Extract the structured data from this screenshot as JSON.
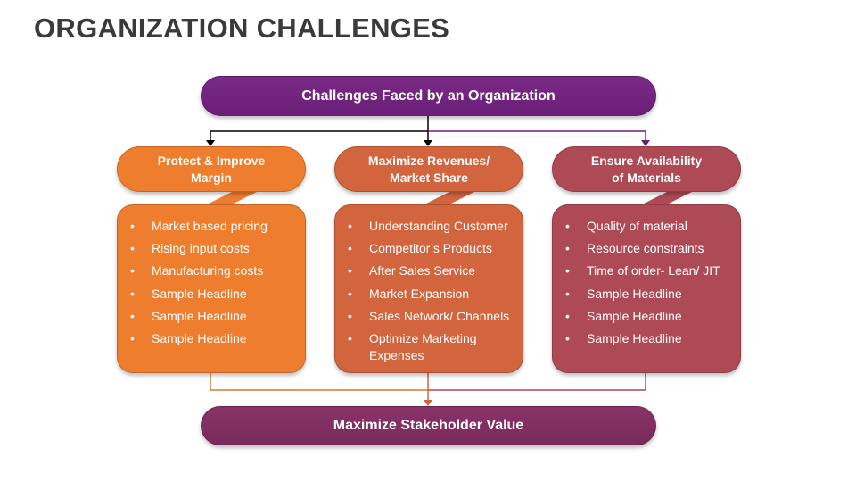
{
  "page_title": "ORGANIZATION CHALLENGES",
  "top_box": "Challenges Faced by an Organization",
  "bottom_box": "Maximize Stakeholder Value",
  "columns": [
    {
      "header_line1": "Protect & Improve",
      "header_line2": "Margin",
      "color": "#ee7d2e",
      "items": [
        "Market based pricing",
        "Rising input costs",
        "Manufacturing costs",
        "Sample Headline",
        "Sample Headline",
        "Sample Headline"
      ]
    },
    {
      "header_line1": "Maximize Revenues/",
      "header_line2": "Market Share",
      "color": "#d2643e",
      "items": [
        "Understanding Customer",
        "Competitor’s Products",
        "After Sales Service",
        "Market Expansion",
        "Sales Network/ Channels",
        "Optimize Marketing Expenses"
      ]
    },
    {
      "header_line1": "Ensure Availability",
      "header_line2": "of Materials",
      "color": "#ae4a55",
      "items": [
        "Quality of material",
        "Resource constraints",
        "Time of order- Lean/ JIT",
        "Sample Headline",
        "Sample Headline",
        "Sample Headline"
      ]
    }
  ]
}
